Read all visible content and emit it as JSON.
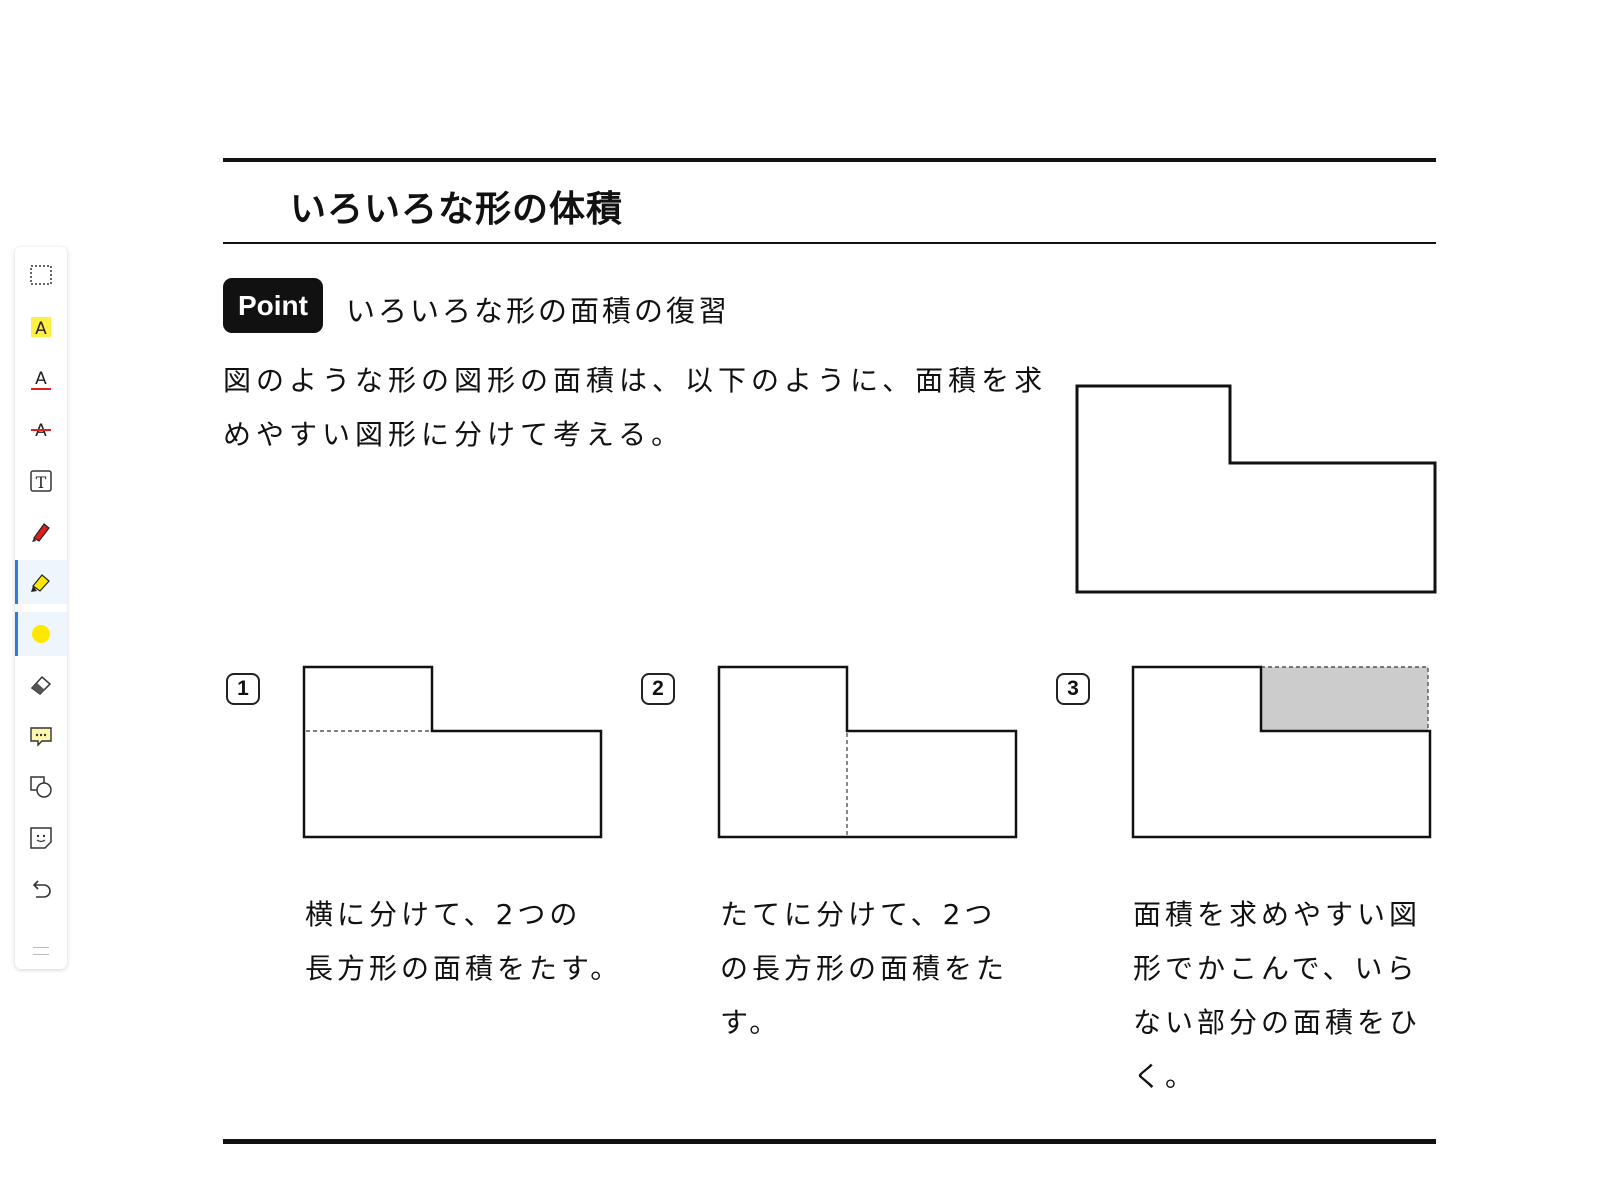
{
  "toolbar": {
    "tools": [
      {
        "name": "select-region",
        "icon": "dashed-rectangle-icon"
      },
      {
        "name": "highlight-text",
        "icon": "text-highlight-icon"
      },
      {
        "name": "underline-text",
        "icon": "text-underline-icon"
      },
      {
        "name": "strikethrough-text",
        "icon": "text-strikethrough-icon"
      },
      {
        "name": "text-box",
        "icon": "text-box-icon"
      },
      {
        "name": "pen",
        "icon": "pen-icon"
      },
      {
        "name": "highlighter",
        "icon": "highlighter-icon",
        "active": true
      },
      {
        "name": "color",
        "icon": "color-dot-icon",
        "color": "#ffe800"
      },
      {
        "name": "eraser",
        "icon": "eraser-icon"
      },
      {
        "name": "comment",
        "icon": "comment-icon"
      },
      {
        "name": "shapes",
        "icon": "shapes-icon"
      },
      {
        "name": "sticker",
        "icon": "sticker-icon"
      },
      {
        "name": "undo",
        "icon": "undo-icon"
      }
    ],
    "accent_color": "#2f7de1",
    "highlight_color": "#ffe800",
    "pen_color": "#e02020"
  },
  "page": {
    "title": "いろいろな形の体積",
    "point_badge": "Point",
    "point_title": "いろいろな形の面積の復習",
    "intro_lines": [
      "図のような形の図形の面積は、以下のように、面積を求",
      "めやすい図形に分けて考える。"
    ],
    "methods": [
      {
        "number": "1",
        "caption_lines": [
          "横に分けて、2つの",
          "長方形の面積をたす。"
        ]
      },
      {
        "number": "2",
        "caption_lines": [
          "たてに分けて、2つ",
          "の長方形の面積をた",
          "す。"
        ]
      },
      {
        "number": "3",
        "caption_lines": [
          "面積を求めやすい図",
          "形でかこんで、いら",
          "ない部分の面積をひ",
          "く。"
        ]
      }
    ],
    "shaded_color": "#cccccc"
  }
}
